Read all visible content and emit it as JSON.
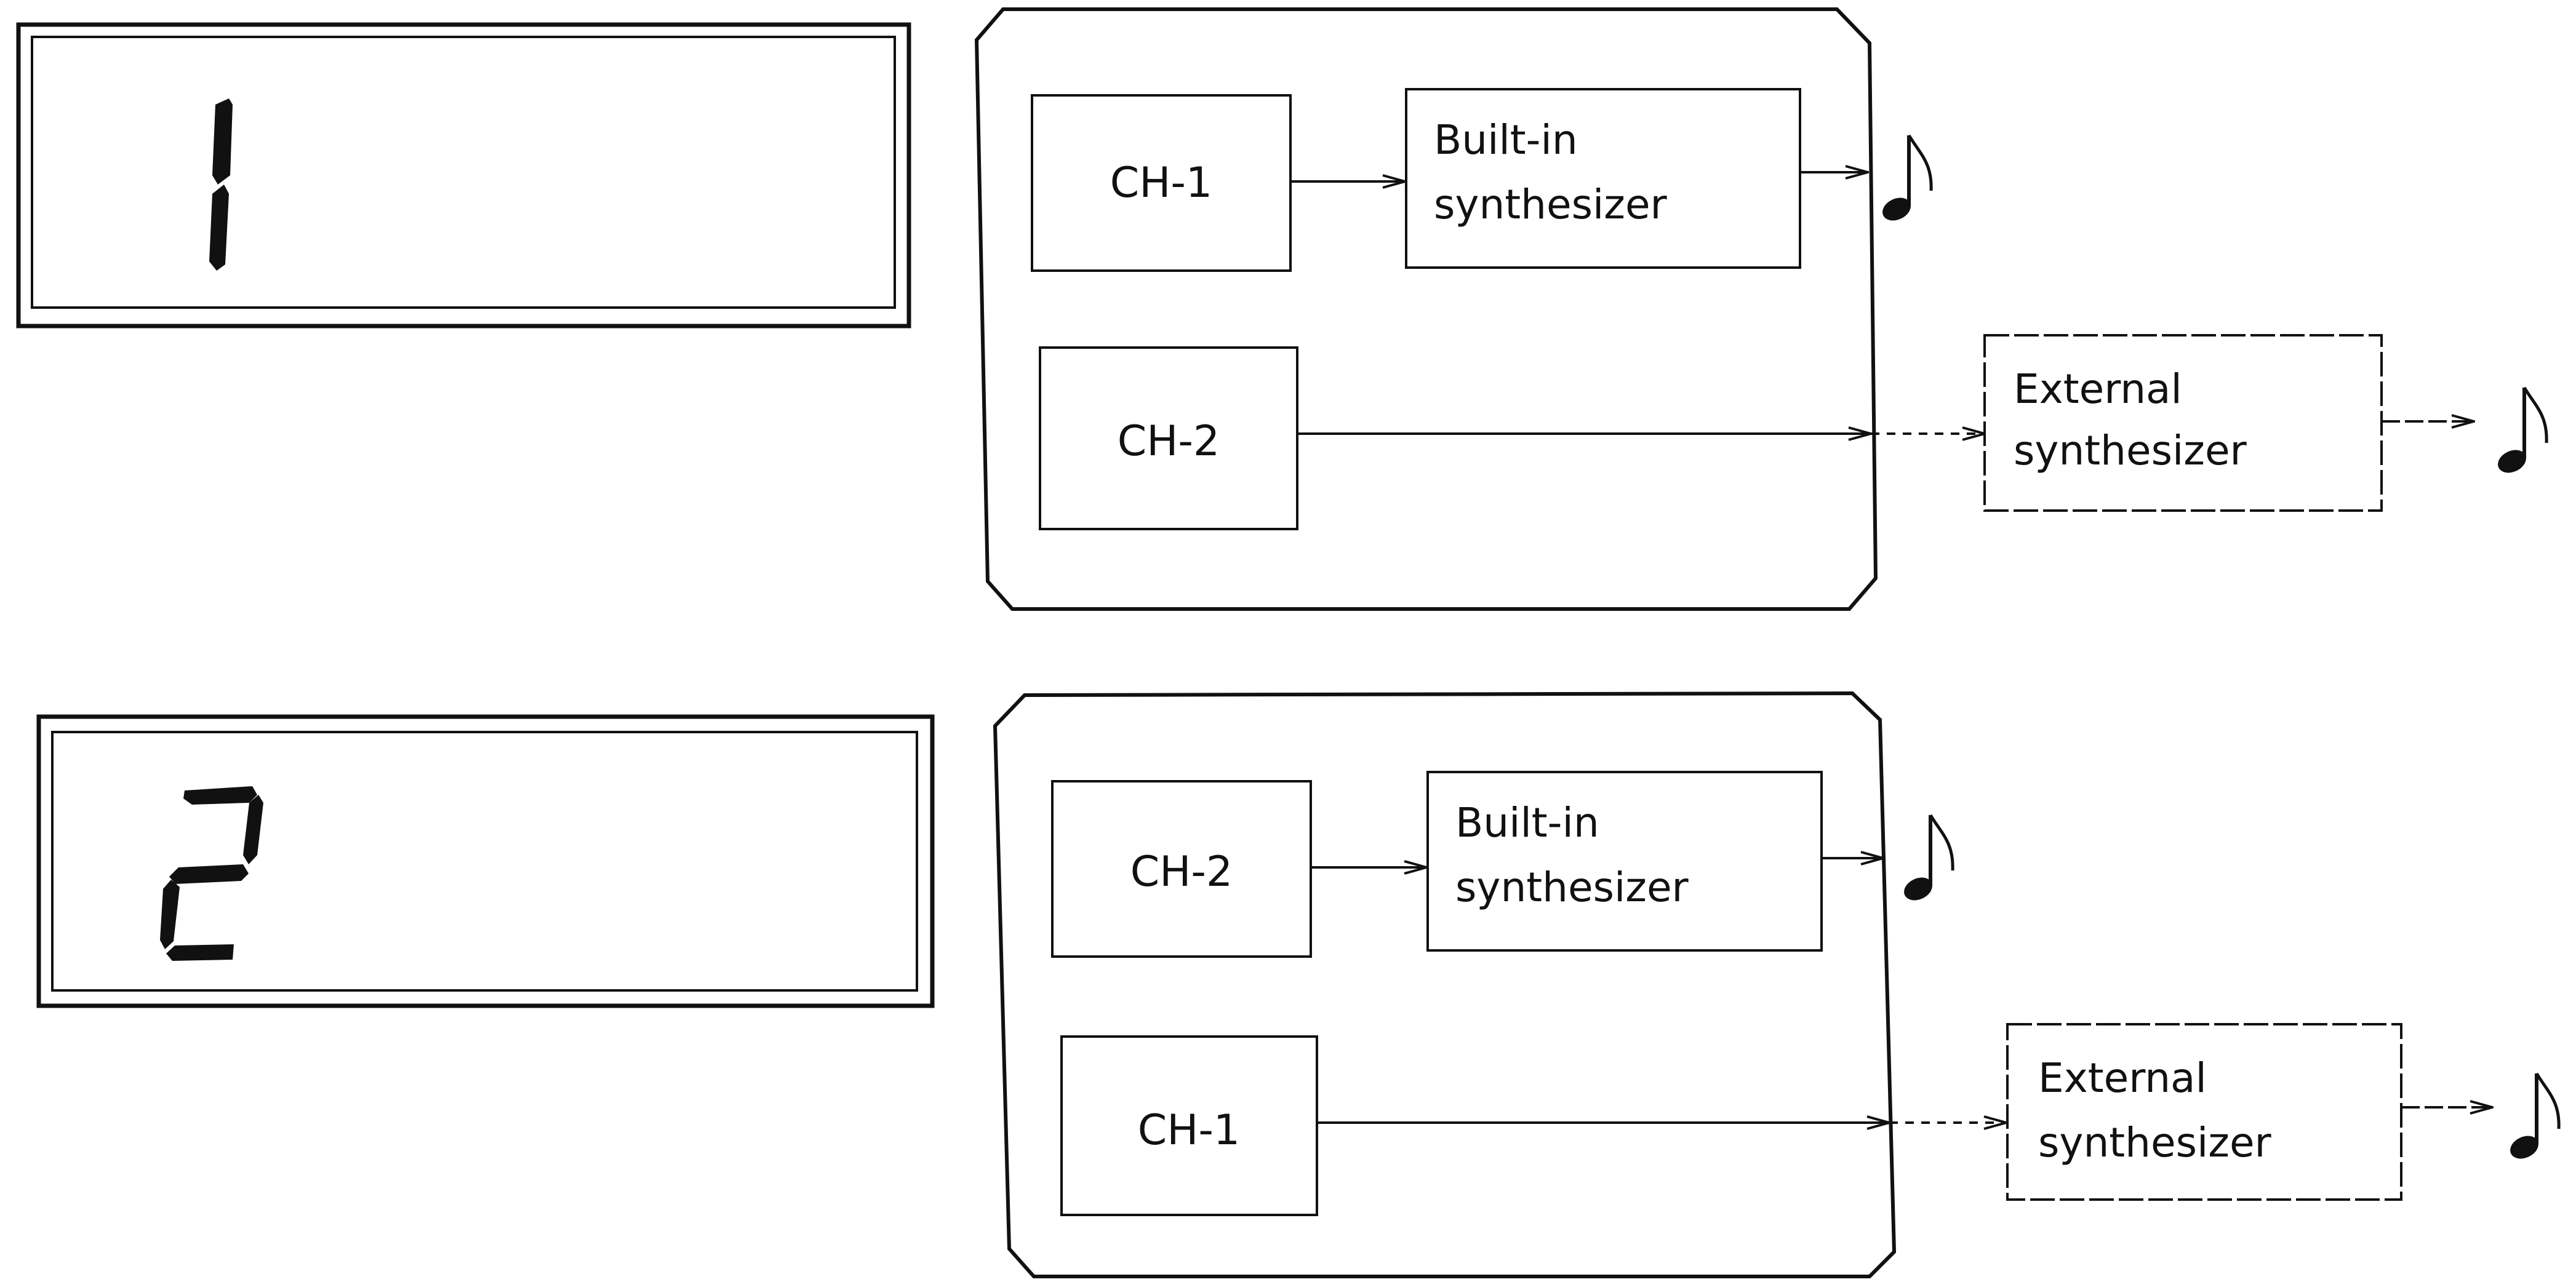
{
  "ink_color": "#111111",
  "background": "#ffffff",
  "panels": [
    {
      "display_digit": "1",
      "box_top": {
        "channel": "CH-1",
        "synth_line1": "Built-in",
        "synth_line2": "synthesizer"
      },
      "box_bottom": {
        "channel": "CH-2",
        "synth_line1": "External",
        "synth_line2": "synthesizer"
      },
      "note_icon": "eighth-note-icon"
    },
    {
      "display_digit": "2",
      "box_top": {
        "channel": "CH-2",
        "synth_line1": "Built-in",
        "synth_line2": "synthesizer"
      },
      "box_bottom": {
        "channel": "CH-1",
        "synth_line1": "External",
        "synth_line2": "synthesizer"
      },
      "note_icon": "eighth-note-icon"
    }
  ]
}
